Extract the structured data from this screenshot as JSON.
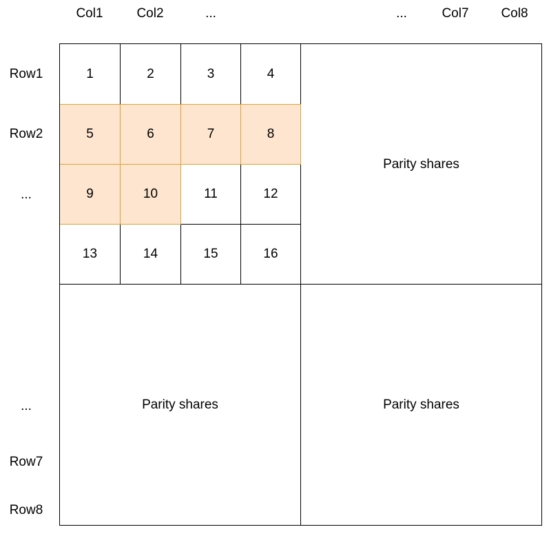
{
  "column_labels": [
    "Col1",
    "Col2",
    "...",
    "...",
    "Col7",
    "Col8"
  ],
  "row_labels": [
    "Row1",
    "Row2",
    "...",
    "...",
    "Row7",
    "Row8"
  ],
  "cells": [
    "1",
    "2",
    "3",
    "4",
    "5",
    "6",
    "7",
    "8",
    "9",
    "10",
    "11",
    "12",
    "13",
    "14",
    "15",
    "16"
  ],
  "highlighted_cells": [
    "5",
    "6",
    "7",
    "8",
    "9",
    "10"
  ],
  "parity_blocks": {
    "top_right": "Parity shares",
    "bottom_left": "Parity shares",
    "bottom_right": "Parity shares"
  },
  "colors": {
    "highlight_fill": "#fde5d0",
    "highlight_border": "#dda234",
    "grid_border": "#000000"
  }
}
